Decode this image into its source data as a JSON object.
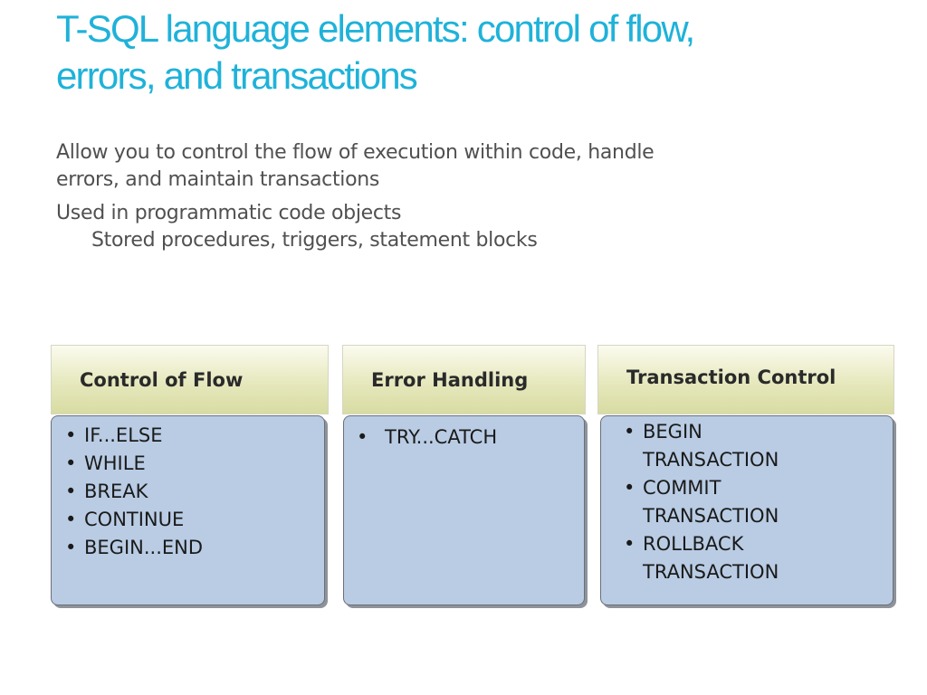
{
  "slide": {
    "title_lines": [
      "T-SQL language elements: control of flow,",
      "errors, and transactions"
    ],
    "bullets": [
      {
        "lines": [
          "Allow you to control the flow of execution within code, handle",
          "errors, and maintain transactions"
        ]
      },
      {
        "lines": [
          "Used in programmatic code objects"
        ],
        "sub": "Stored procedures, triggers, statement blocks"
      }
    ]
  },
  "cards": {
    "control_of_flow": {
      "header": "Control of Flow",
      "items": [
        "IF...ELSE",
        "WHILE",
        "BREAK",
        "CONTINUE",
        "BEGIN...END"
      ]
    },
    "error_handling": {
      "header": "Error Handling",
      "items": [
        "TRY...CATCH"
      ]
    },
    "transaction_control": {
      "header": "Transaction Control",
      "items": [
        [
          "BEGIN",
          "TRANSACTION"
        ],
        [
          "COMMIT",
          "TRANSACTION"
        ],
        [
          "ROLLBACK",
          "TRANSACTION"
        ]
      ]
    }
  },
  "bullet_glyph": "•",
  "colors": {
    "title": "#1fb2d9",
    "body_text": "#505050",
    "card_header_bg": "#e6e8bd",
    "card_body_bg": "#b9cce4"
  }
}
